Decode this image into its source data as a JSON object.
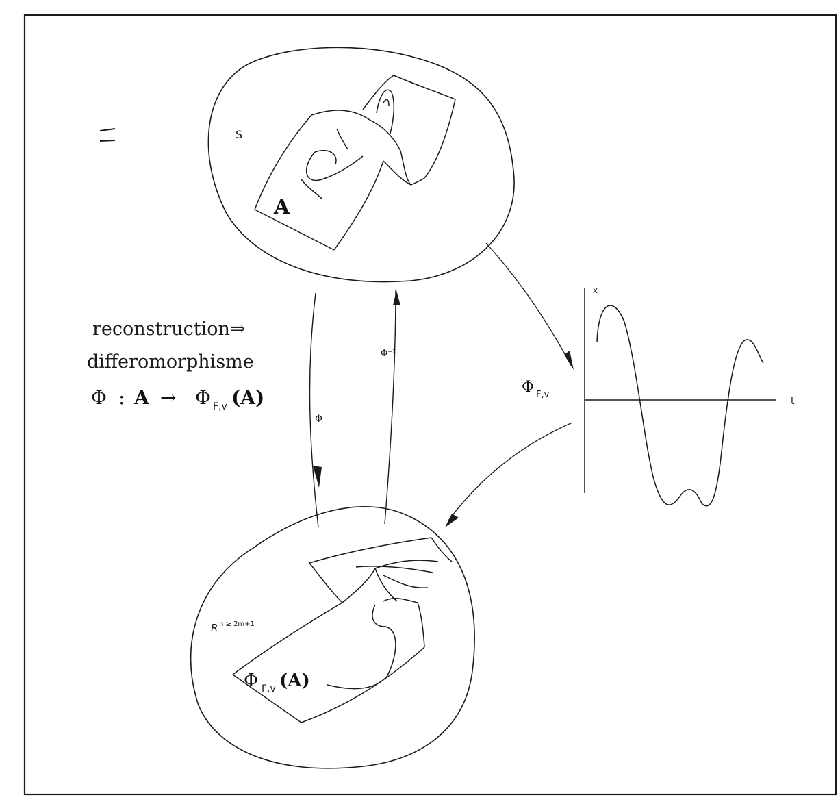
{
  "labels": {
    "top_set": "S",
    "top_attractor": "A",
    "reconstruction_line1": "reconstruction⇒",
    "reconstruction_line2": "differomorphisme",
    "map_phi": "Φ",
    "map_colon": ":",
    "map_A": "A",
    "map_arrow": "→",
    "map_phi_fv": "Φ",
    "map_sub": "F,v",
    "map_paren_A": "(A)",
    "arrow_down_label": "Φ",
    "arrow_up_label": "Φ⁻¹",
    "time_series_phi": "Φ",
    "time_series_sub": "F,v",
    "time_series_y": "x",
    "time_series_t": "t",
    "space_label": "R",
    "space_sup": "n ≥ 2m+1",
    "image_phi": "Φ",
    "image_sub": "F,v",
    "image_paren_A": "(A)"
  },
  "colors": {
    "ink": "#1a1a1a",
    "background": "#ffffff"
  }
}
